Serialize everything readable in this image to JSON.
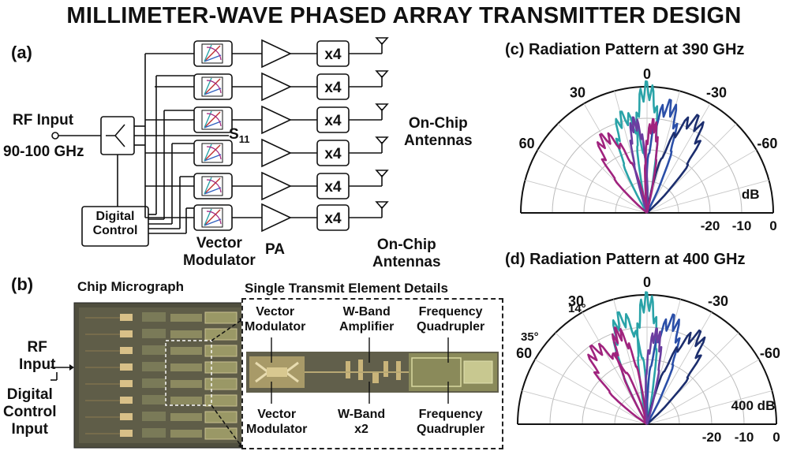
{
  "title": "MILLIMETER-WAVE PHASED ARRAY TRANSMITTER DESIGN",
  "panel_a": {
    "label": "(a)",
    "rf_input": "RF Input",
    "rf_freq": "90-100 GHz",
    "digital_control": [
      "Digital",
      "Control"
    ],
    "s11": "S",
    "s11_sub": "11",
    "mult": "x4",
    "vector_modulator": [
      "Vector",
      "Modulator"
    ],
    "pa": "PA",
    "on_chip_antennas_top": [
      "On-Chip",
      "Antennas"
    ],
    "on_chip_antennas_bottom": [
      "On-Chip",
      "Antennas"
    ]
  },
  "panel_b": {
    "label": "(b)",
    "chip_micrograph": "Chip Micrograph",
    "details_title": "Single Transmit Element Details",
    "rf_input": [
      "RF",
      "Input"
    ],
    "digital_control_input": [
      "Digital",
      "Control",
      "Input"
    ],
    "top_labels": [
      [
        "Vector",
        "Modulator"
      ],
      [
        "W-Band",
        "Amplifier"
      ],
      [
        "Frequency",
        "Quadrupler"
      ]
    ],
    "bottom_labels": [
      [
        "Vector",
        "Modulator"
      ],
      [
        "W-Band",
        "x2"
      ],
      [
        "Frequency",
        "Quadrupler"
      ]
    ]
  },
  "panel_c": {
    "title": "(c) Radiation Pattern at 390 GHz",
    "angle_labels": [
      "0",
      "30",
      "-30",
      "60",
      "-60"
    ],
    "radial_labels": [
      "-20",
      "-10",
      "0"
    ],
    "unit": "dB"
  },
  "panel_d": {
    "title": "(d) Radiation Pattern at 400 GHz",
    "angle_labels": [
      "0",
      "30",
      "-30",
      "60",
      "-60"
    ],
    "radial_labels": [
      "-20",
      "-10",
      "0"
    ],
    "unit": "400 dB",
    "annotations": [
      "14°",
      "35°"
    ]
  },
  "colors": {
    "navy": "#1c2e6e",
    "blue": "#2b4fa8",
    "teal": "#2aa3a8",
    "magenta": "#a0237e",
    "purple": "#6b3da0"
  }
}
